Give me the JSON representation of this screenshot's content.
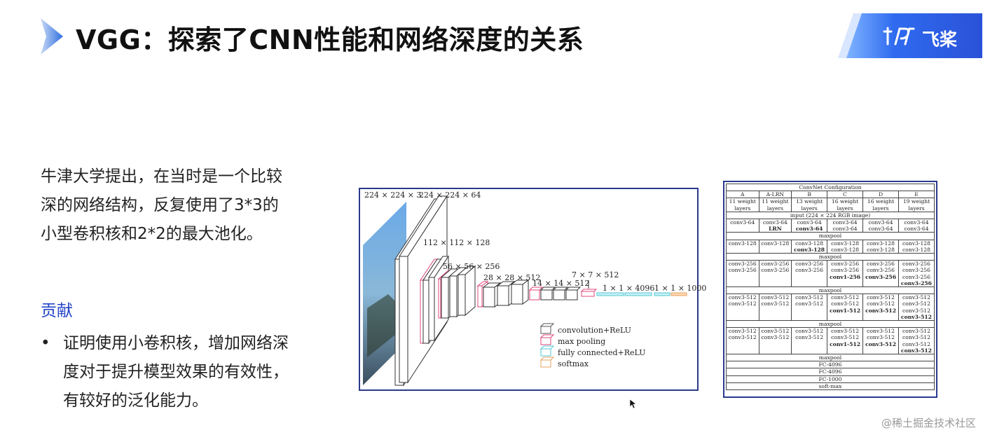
{
  "header": {
    "title": "VGG：探索了CNN性能和网络深度的关系",
    "logo_text": "飞桨",
    "logo_icon": "paddle-logo-icon"
  },
  "content": {
    "intro_lines": [
      "牛津大学提出，在当时是一个比较",
      "深的网络结构，反复使用了3*3的",
      "小型卷积核和2*2的最大池化。"
    ],
    "contrib_heading": "贡献",
    "bullet_lines": [
      "证明使用小卷积核，增加网络深",
      "度对于提升模型效果的有效性，",
      "有较好的泛化能力。"
    ]
  },
  "diagram": {
    "stage_labels": [
      "224 × 224 × 3",
      "224 × 224 × 64",
      "112 × 112 × 128",
      "56 × 56 × 256",
      "28 × 28 × 512",
      "14 × 14 × 512",
      "7 × 7 × 512",
      "1 × 1 × 4096",
      "1 × 1 × 1000"
    ],
    "legend": [
      {
        "label": "convolution+ReLU",
        "color": "#555555"
      },
      {
        "label": "max pooling",
        "color": "#e0457b"
      },
      {
        "label": "fully connected+ReLU",
        "color": "#52c9d6"
      },
      {
        "label": "softmax",
        "color": "#e8a060"
      }
    ]
  },
  "table": {
    "title": "ConvNet Configuration",
    "columns": [
      "A",
      "A-LRN",
      "B",
      "C",
      "D",
      "E"
    ],
    "layers_row": [
      [
        "11 weight",
        "layers"
      ],
      [
        "11 weight",
        "layers"
      ],
      [
        "13 weight",
        "layers"
      ],
      [
        "16 weight",
        "layers"
      ],
      [
        "16 weight",
        "layers"
      ],
      [
        "19 weight",
        "layers"
      ]
    ],
    "input_row": "input (224 × 224 RGB image)",
    "maxpool": "maxpool",
    "block1": [
      [
        "conv3-64"
      ],
      [
        "conv3-64",
        "*LRN"
      ],
      [
        "conv3-64",
        "*conv3-64"
      ],
      [
        "conv3-64",
        "conv3-64"
      ],
      [
        "conv3-64",
        "conv3-64"
      ],
      [
        "conv3-64",
        "conv3-64"
      ]
    ],
    "block2": [
      [
        "conv3-128"
      ],
      [
        "conv3-128"
      ],
      [
        "conv3-128",
        "*conv3-128"
      ],
      [
        "conv3-128",
        "conv3-128"
      ],
      [
        "conv3-128",
        "conv3-128"
      ],
      [
        "conv3-128",
        "conv3-128"
      ]
    ],
    "block3": [
      [
        "conv3-256",
        "conv3-256"
      ],
      [
        "conv3-256",
        "conv3-256"
      ],
      [
        "conv3-256",
        "conv3-256"
      ],
      [
        "conv3-256",
        "conv3-256",
        "*conv1-256"
      ],
      [
        "conv3-256",
        "conv3-256",
        "*conv3-256"
      ],
      [
        "conv3-256",
        "conv3-256",
        "conv3-256",
        "*conv3-256"
      ]
    ],
    "block4": [
      [
        "conv3-512",
        "conv3-512"
      ],
      [
        "conv3-512",
        "conv3-512"
      ],
      [
        "conv3-512",
        "conv3-512"
      ],
      [
        "conv3-512",
        "conv3-512",
        "*conv1-512"
      ],
      [
        "conv3-512",
        "conv3-512",
        "*conv3-512"
      ],
      [
        "conv3-512",
        "conv3-512",
        "conv3-512",
        "*conv3-512"
      ]
    ],
    "block5": [
      [
        "conv3-512",
        "conv3-512"
      ],
      [
        "conv3-512",
        "conv3-512"
      ],
      [
        "conv3-512",
        "conv3-512"
      ],
      [
        "conv3-512",
        "conv3-512",
        "*conv1-512"
      ],
      [
        "conv3-512",
        "conv3-512",
        "*conv3-512"
      ],
      [
        "conv3-512",
        "conv3-512",
        "conv3-512",
        "*conv3-512"
      ]
    ],
    "tail_rows": [
      "maxpool",
      "FC-4096",
      "FC-4096",
      "FC-1000",
      "soft-max"
    ]
  },
  "watermark": "@稀土掘金技术社区"
}
